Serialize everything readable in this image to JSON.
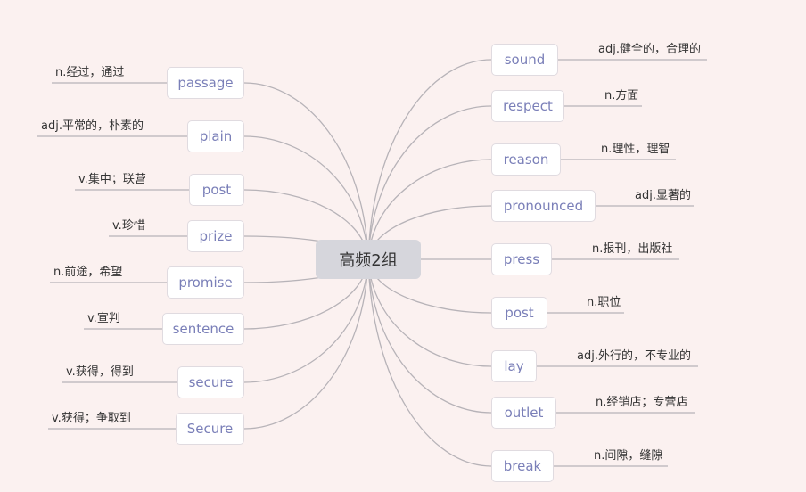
{
  "center": "高频2组",
  "left": [
    {
      "word": "passage",
      "meaning": "n.经过，通过"
    },
    {
      "word": "plain",
      "meaning": "adj.平常的，朴素的"
    },
    {
      "word": "post",
      "meaning": "v.集中；联营"
    },
    {
      "word": "prize",
      "meaning": "v.珍惜"
    },
    {
      "word": "promise",
      "meaning": "n.前途，希望"
    },
    {
      "word": "sentence",
      "meaning": "v.宣判"
    },
    {
      "word": "secure",
      "meaning": "v.获得，得到"
    },
    {
      "word": "Secure",
      "meaning": "v.获得；争取到"
    }
  ],
  "right": [
    {
      "word": "sound",
      "meaning": "adj.健全的，合理的"
    },
    {
      "word": "respect",
      "meaning": "n.方面"
    },
    {
      "word": "reason",
      "meaning": "n.理性，理智"
    },
    {
      "word": "pronounced",
      "meaning": "adj.显著的"
    },
    {
      "word": "press",
      "meaning": "n.报刊，出版社"
    },
    {
      "word": "post",
      "meaning": "n.职位"
    },
    {
      "word": "lay",
      "meaning": "adj.外行的，不专业的"
    },
    {
      "word": "outlet",
      "meaning": "n.经销店；专营店"
    },
    {
      "word": "break",
      "meaning": "n.间隙，缝隙"
    }
  ],
  "colors": {
    "background": "#fbf1f0",
    "center_fill": "#d6d6dc",
    "word_text": "#7a7fb8",
    "line": "#b7b3b8"
  }
}
